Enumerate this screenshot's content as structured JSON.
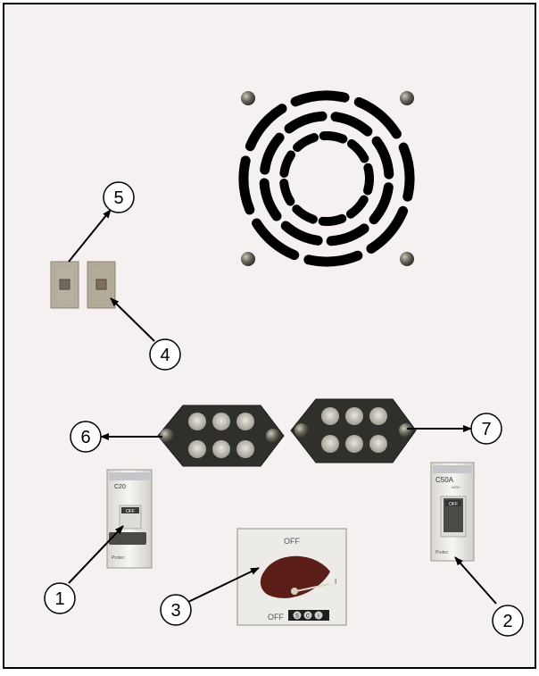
{
  "callouts": [
    {
      "id": "1",
      "label": "1"
    },
    {
      "id": "2",
      "label": "2"
    },
    {
      "id": "3",
      "label": "3"
    },
    {
      "id": "4",
      "label": "4"
    },
    {
      "id": "5",
      "label": "5"
    },
    {
      "id": "6",
      "label": "6"
    },
    {
      "id": "7",
      "label": "7"
    }
  ],
  "breaker_left": {
    "rating": "C20",
    "state": "OFF",
    "brand": "Protec"
  },
  "breaker_right": {
    "rating": "C50A",
    "state": "OFF",
    "brand": "Protec",
    "voltage": "400V"
  },
  "rotary_switch": {
    "top_label": "OFF",
    "bottom_label": "OFF",
    "side_label": "I",
    "badges": [
      "S",
      "C",
      "I"
    ]
  },
  "colors": {
    "panel": "#f6f1f1",
    "border": "#000000",
    "fan": "#000000",
    "arrow": "#000000"
  }
}
